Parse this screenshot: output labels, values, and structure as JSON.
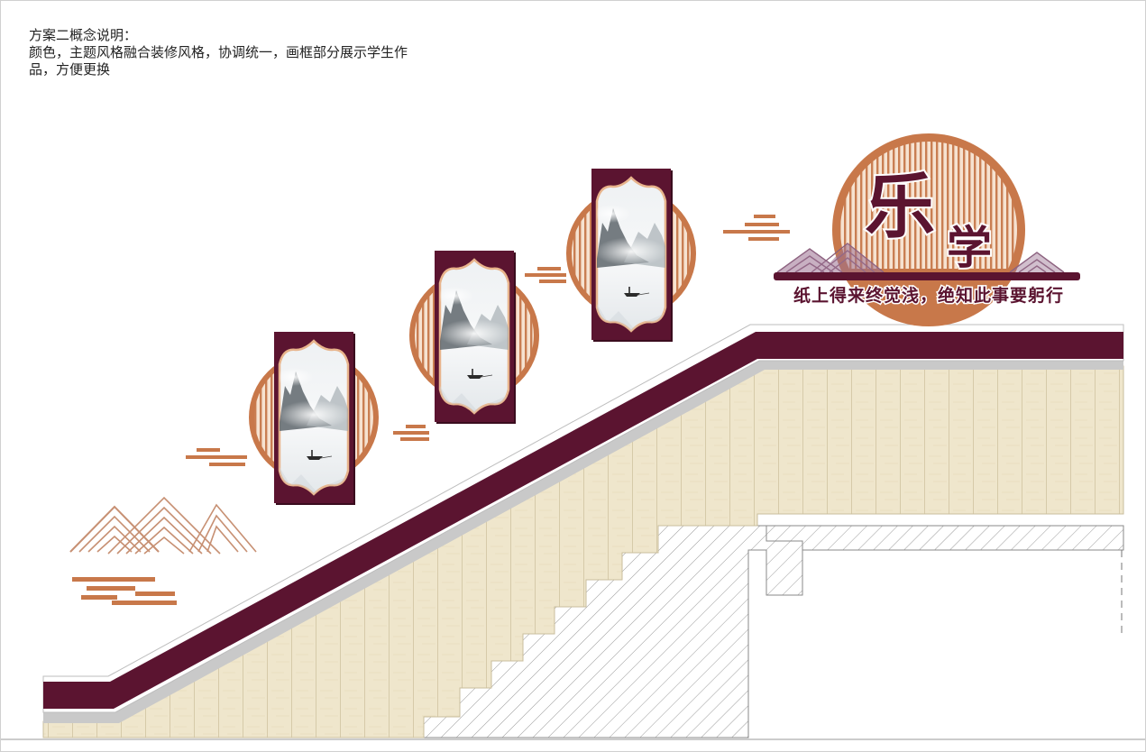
{
  "concept": {
    "title": "方案二概念说明：",
    "line1": "颜色，主题风格融合装修风格，协调统一，画框部分展示学生作",
    "line2": "品，方便更换"
  },
  "sign": {
    "char1": "乐",
    "char2": "学",
    "slogan": "纸上得来终觉浅，绝知此事要躬行"
  },
  "colors": {
    "maroon": "#5b1430",
    "wood": "#c8784a",
    "wood_light": "#e8b48c",
    "wall": "#efe6cc",
    "frame_inner": "#f3eee8"
  },
  "artworks": [
    {
      "subject": "ink-landscape-painting"
    },
    {
      "subject": "ink-landscape-painting"
    },
    {
      "subject": "ink-landscape-painting"
    }
  ]
}
